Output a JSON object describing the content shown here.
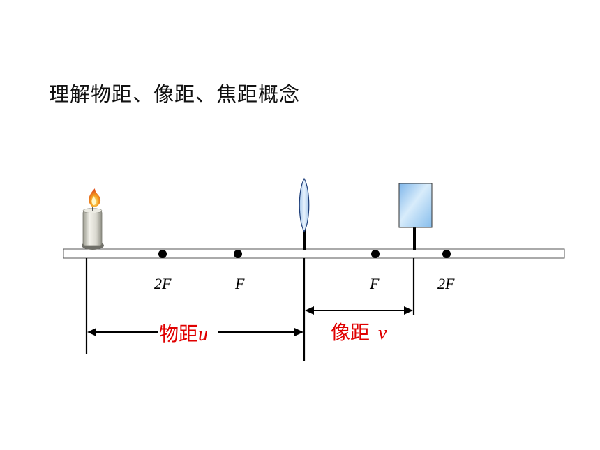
{
  "title": "理解物距、像距、焦距概念",
  "labels": {
    "two_f_left": "2F",
    "f_left": "F",
    "f_right": "F",
    "two_f_right": "2F"
  },
  "object_distance": {
    "text": "物距",
    "symbol": "u"
  },
  "image_distance": {
    "text": "像距",
    "symbol": "v"
  },
  "colors": {
    "text": "#111111",
    "label_red": "#e00000",
    "lens_fill": "#bcd8f2",
    "lens_stroke": "#1f3f7a",
    "screen_fill": "#8cc1ee",
    "flame": "#f08a18"
  }
}
